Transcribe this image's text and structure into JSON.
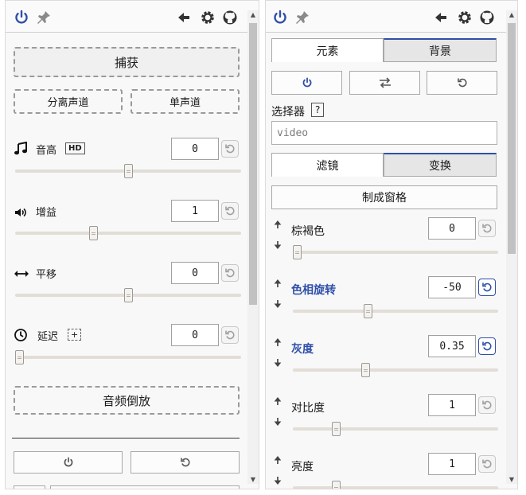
{
  "colors": {
    "accent": "#2f4fa8",
    "power": "#2f4fa8"
  },
  "left": {
    "toolbar": {
      "icons": [
        "power-icon",
        "pin-icon",
        "arrow-left-icon",
        "gear-icon",
        "github-icon"
      ]
    },
    "capture_label": "捕获",
    "split_channels_label": "分离声道",
    "mono_label": "单声道",
    "params": [
      {
        "icon": "music-note-icon",
        "label": "音高",
        "badge": "HD",
        "value": "0",
        "level": 0.5
      },
      {
        "icon": "volume-icon",
        "label": "增益",
        "value": "1",
        "level": 0.34
      },
      {
        "icon": "pan-arrows-icon",
        "label": "平移",
        "value": "0",
        "level": 0.5
      },
      {
        "icon": "clock-icon",
        "label": "延迟",
        "badge": "+",
        "value": "0",
        "level": 0.0
      }
    ],
    "reverse_label": "音频倒放"
  },
  "right": {
    "toolbar": {
      "icons": [
        "power-icon",
        "pin-icon",
        "arrow-left-icon",
        "gear-icon",
        "github-icon"
      ]
    },
    "tabs": [
      "元素",
      "背景"
    ],
    "selector_label": "选择器",
    "selector_help": "?",
    "selector_placeholder": "video",
    "sub_tabs": [
      "滤镜",
      "变换"
    ],
    "make_pane_label": "制成窗格",
    "filters": [
      {
        "label": "棕褐色",
        "value": "0",
        "level": 0.0,
        "modified": false
      },
      {
        "label": "色相旋转",
        "value": "-50",
        "level": 0.36,
        "modified": true
      },
      {
        "label": "灰度",
        "value": "0.35",
        "level": 0.35,
        "modified": true
      },
      {
        "label": "对比度",
        "value": "1",
        "level": 0.2,
        "modified": false
      },
      {
        "label": "亮度",
        "value": "1",
        "level": 0.2,
        "modified": false
      }
    ]
  }
}
